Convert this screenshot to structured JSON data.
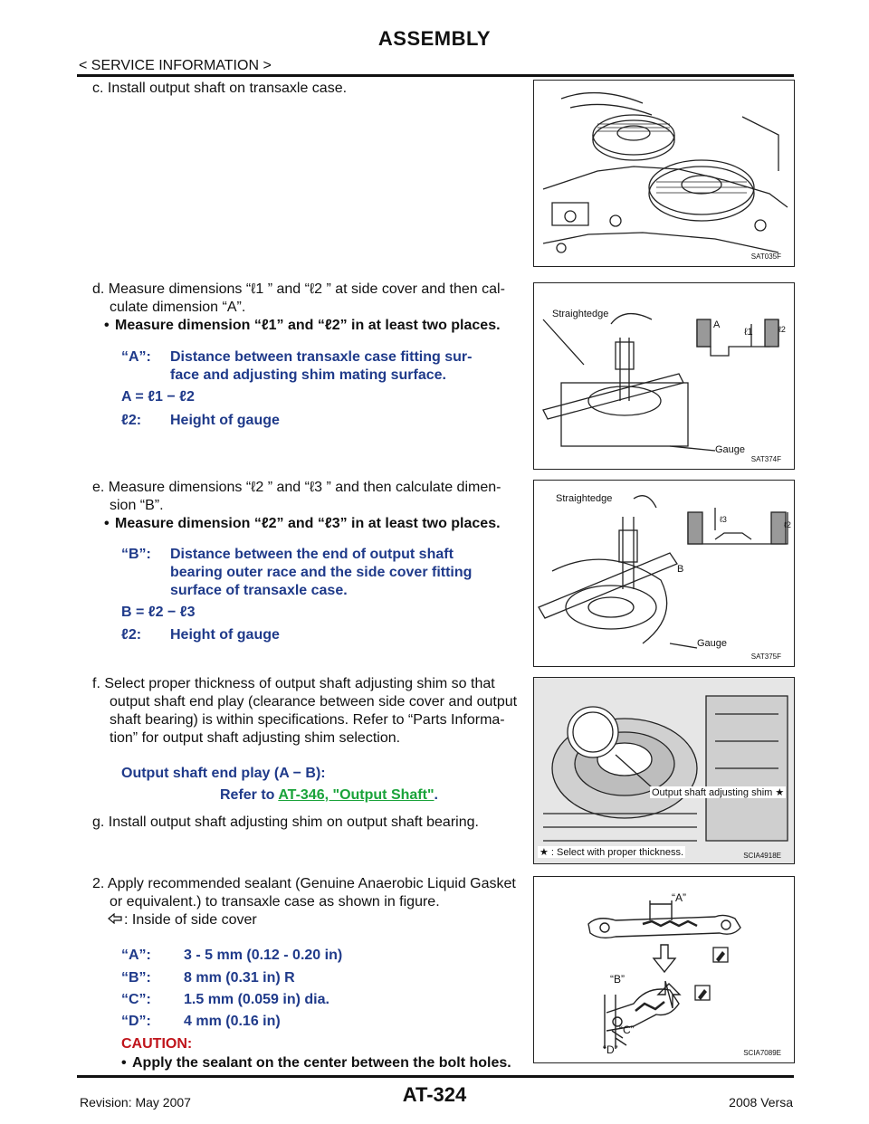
{
  "header": {
    "title": "ASSEMBLY",
    "subtitle": "< SERVICE INFORMATION >"
  },
  "steps": {
    "c": {
      "text": "c.  Install output shaft on transaxle case.",
      "figure_code": "SAT035F"
    },
    "d": {
      "text_line1": "d.  Measure dimensions “ℓ1 ” and “ℓ2 ” at side cover and then cal-",
      "text_line2": "culate dimension “A”.",
      "bullet": "Measure dimension “ℓ1” and “ℓ2” in at least two places.",
      "def_key": "“A”:",
      "def_val_line1": "Distance between transaxle case fitting sur-",
      "def_val_line2": "face and adjusting shim mating surface.",
      "formula": "A = ℓ1  −  ℓ2",
      "gauge_key": "ℓ2:",
      "gauge_val": "Height of gauge",
      "figure_code": "SAT374F",
      "fig_label_straightedge": "Straightedge",
      "fig_label_gauge": "Gauge",
      "fig_label_a": "A",
      "fig_label_l1": "ℓ1",
      "fig_label_l2": "ℓ2"
    },
    "e": {
      "text_line1": "e.  Measure dimensions “ℓ2 ” and “ℓ3 ” and then calculate dimen-",
      "text_line2": "sion “B”.",
      "bullet": "Measure dimension “ℓ2” and “ℓ3” in at least two places.",
      "def_key": "“B”:",
      "def_val_line1": "Distance between the end of output shaft",
      "def_val_line2": "bearing outer race and the side cover fitting",
      "def_val_line3": "surface of transaxle case.",
      "formula": "B = ℓ2  −  ℓ3",
      "gauge_key": "ℓ2:",
      "gauge_val": "Height of gauge",
      "figure_code": "SAT375F",
      "fig_label_straightedge": "Straightedge",
      "fig_label_gauge": "Gauge",
      "fig_label_b": "B",
      "fig_label_l3": "ℓ3",
      "fig_label_l2": "ℓ2"
    },
    "f": {
      "text_line1": "f.  Select proper thickness of output shaft adjusting shim so that",
      "text_line2": "output shaft end play (clearance between side cover and output",
      "text_line3": "shaft bearing) is within specifications. Refer to “Parts Informa-",
      "text_line4": "tion” for output shaft adjusting shim selection.",
      "spec_label": "Output shaft end play (A − B):",
      "refer_prefix": "Refer to ",
      "refer_link": "AT-346, \"Output Shaft\"",
      "refer_suffix": ".",
      "figure_code": "SCIA4918E",
      "fig_callout": "Output shaft adjusting shim ★",
      "fig_note": "★ : Select with proper thickness."
    },
    "g": {
      "text": "g.  Install output shaft adjusting shim on output shaft bearing."
    },
    "two": {
      "text_line1": "2.  Apply recommended sealant (Genuine Anaerobic Liquid Gasket",
      "text_line2": "or equivalent.) to transaxle case as shown in figure.",
      "arrow_note": ": Inside of side cover",
      "specs": [
        {
          "key": "“A”:",
          "val": "3 - 5 mm (0.12 - 0.20 in)"
        },
        {
          "key": "“B”:",
          "val": "8 mm (0.31 in) R"
        },
        {
          "key": "“C”:",
          "val": "1.5 mm (0.059 in) dia."
        },
        {
          "key": "“D”:",
          "val": "4 mm (0.16 in)"
        }
      ],
      "caution_label": "CAUTION:",
      "caution_bullet": "Apply the sealant on the center between the bolt holes.",
      "figure_code": "SCIA7089E",
      "fig_a": "“A”",
      "fig_b": "“B”",
      "fig_c": "“C”",
      "fig_d": "“D”"
    }
  },
  "footer": {
    "page": "AT-324",
    "revision": "Revision: May 2007",
    "model": "2008 Versa"
  }
}
